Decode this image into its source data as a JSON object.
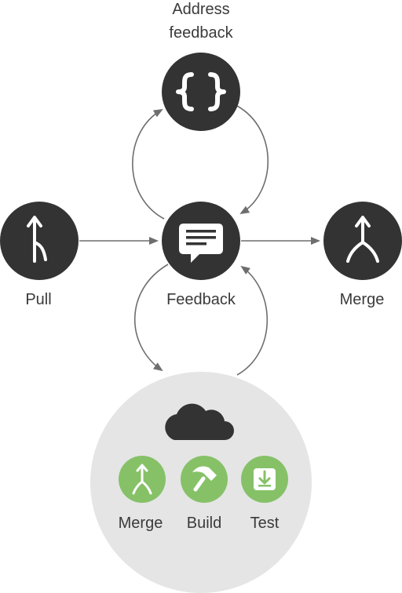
{
  "nodes": {
    "address_feedback": {
      "label_line1": "Address",
      "label_line2": "feedback",
      "icon": "curly-braces-icon"
    },
    "pull": {
      "label": "Pull",
      "icon": "branch-pull-icon"
    },
    "feedback": {
      "label": "Feedback",
      "icon": "speech-bubble-icon"
    },
    "merge": {
      "label": "Merge",
      "icon": "merge-icon"
    }
  },
  "cloud": {
    "icon": "cloud-icon",
    "steps": [
      {
        "label": "Merge",
        "icon": "merge-icon"
      },
      {
        "label": "Build",
        "icon": "hammer-icon"
      },
      {
        "label": "Test",
        "icon": "download-box-icon"
      }
    ]
  },
  "colors": {
    "dark_node": "#333333",
    "green_node": "#86c168",
    "cloud_panel": "#e5e5e5",
    "arrow": "#6e6e6e",
    "text": "#3a3a3a"
  }
}
